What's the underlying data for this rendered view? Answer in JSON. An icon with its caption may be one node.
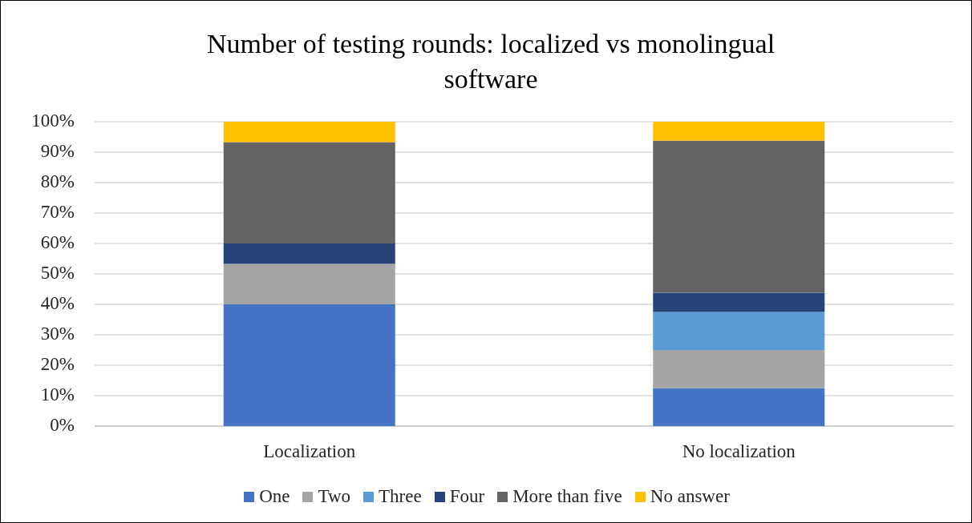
{
  "diagram": {
    "chart_data": {
      "type": "bar",
      "stacked": true,
      "orientation": "vertical",
      "title": "Number of testing rounds: localized vs monolingual software",
      "categories": [
        "Localization",
        "No localization"
      ],
      "series": [
        {
          "name": "One",
          "color": "#4472c4",
          "values": [
            40,
            12.5
          ]
        },
        {
          "name": "Two",
          "color": "#a5a5a5",
          "values": [
            13.3,
            12.5
          ]
        },
        {
          "name": "Three",
          "color": "#5b9bd5",
          "values": [
            0,
            12.5
          ]
        },
        {
          "name": "Four",
          "color": "#264478",
          "values": [
            6.7,
            6.3
          ]
        },
        {
          "name": "More than five",
          "color": "#636363",
          "values": [
            33.3,
            50
          ]
        },
        {
          "name": "No answer",
          "color": "#ffc000",
          "values": [
            6.7,
            6.2
          ]
        }
      ],
      "grid": true,
      "legend": true,
      "ylim": [
        0,
        100
      ],
      "yticks": [
        {
          "value": 0,
          "label": "0%"
        },
        {
          "value": 10,
          "label": "10%"
        },
        {
          "value": 20,
          "label": "20%"
        },
        {
          "value": 30,
          "label": "30%"
        },
        {
          "value": 40,
          "label": "40%"
        },
        {
          "value": 50,
          "label": "50%"
        },
        {
          "value": 60,
          "label": "60%"
        },
        {
          "value": 70,
          "label": "70%"
        },
        {
          "value": 80,
          "label": "80%"
        },
        {
          "value": 90,
          "label": "90%"
        },
        {
          "value": 100,
          "label": "100%"
        }
      ]
    }
  }
}
